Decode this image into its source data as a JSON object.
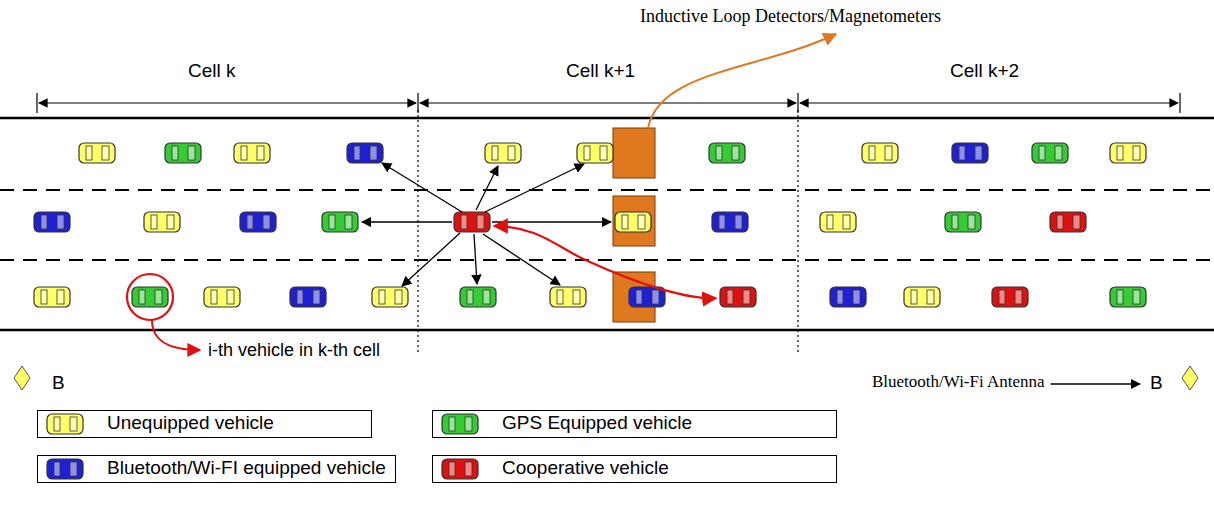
{
  "diagram": {
    "labels": [
      "Inductive Loop Detectors/Magnetometers",
      "Cell k",
      "Cell k+1",
      "Cell k+2",
      "i-th vehicle in k-th cell",
      "B",
      "Bluetooth/Wi-Fi Antenna",
      "B"
    ],
    "legend": [
      {
        "text": "Unequipped vehicle",
        "color": "#ffff66"
      },
      {
        "text": "GPS Equipped vehicle",
        "color": "#33cc33"
      },
      {
        "text": "Bluetooth/Wi-FI equipped vehicle",
        "color": "#1f1fd6"
      },
      {
        "text": "Cooperative vehicle",
        "color": "#e01010"
      }
    ]
  }
}
